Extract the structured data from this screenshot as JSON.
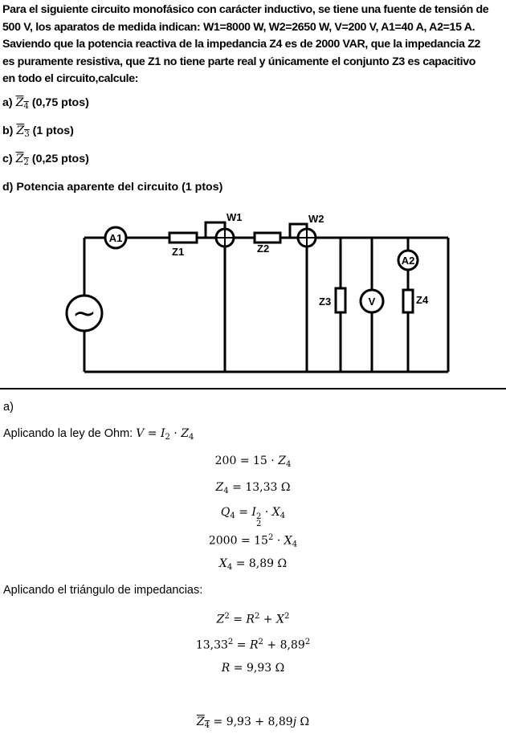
{
  "problem": {
    "lines": [
      "Para el siguiente circuito monofásico con carácter inductivo, se tiene una fuente de tensión de",
      "500 V, los aparatos de medida indican: W1=8000 W, W2=2650 W, V=200 V, A1=40 A, A2=15 A.",
      "Saviendo que la potencia reactiva de la impedancia Z4 es de 2000 VAR, que la impedancia Z2",
      "es puramente resistiva, que Z1 no tiene parte real y únicamente el conjunto Z3 es capacitivo",
      "en todo el circuito,calcule:"
    ],
    "questions": {
      "a": {
        "prefix": "a) ",
        "var": "Z",
        "sub": "4",
        "text": " (0,75 ptos)"
      },
      "b": {
        "prefix": "b) ",
        "var": "Z",
        "sub": "3",
        "text": " (1 ptos)"
      },
      "c": {
        "prefix": "c) ",
        "var": "Z",
        "sub": "2",
        "text": " (0,25 ptos)"
      },
      "d": {
        "text": "d) Potencia aparente del circuito (1 ptos)"
      }
    }
  },
  "circuit": {
    "labels": {
      "w1": "W1",
      "w2": "W2",
      "a1": "A1",
      "a2": "A2",
      "z1": "Z1",
      "z2": "Z2",
      "z3": "Z3",
      "z4": "Z4",
      "v": "V"
    },
    "source_symbol": "~"
  },
  "solution": {
    "part_label": "a)",
    "ohm_text": "Aplicando la ley de Ohm: ",
    "triangle_text": "Aplicando el triángulo de impedancias:",
    "num_200": "200",
    "num_15": "15",
    "val_z4": "13,33 Ω",
    "num_2000": "2000",
    "val_x4": "8,89 Ω",
    "num_1333": "13,33",
    "num_889": "8,89",
    "val_r": "9,93 Ω",
    "val_z4_complex": "9,93 + 8,89",
    "unit_j": "j",
    "unit_ohm": " Ω"
  }
}
